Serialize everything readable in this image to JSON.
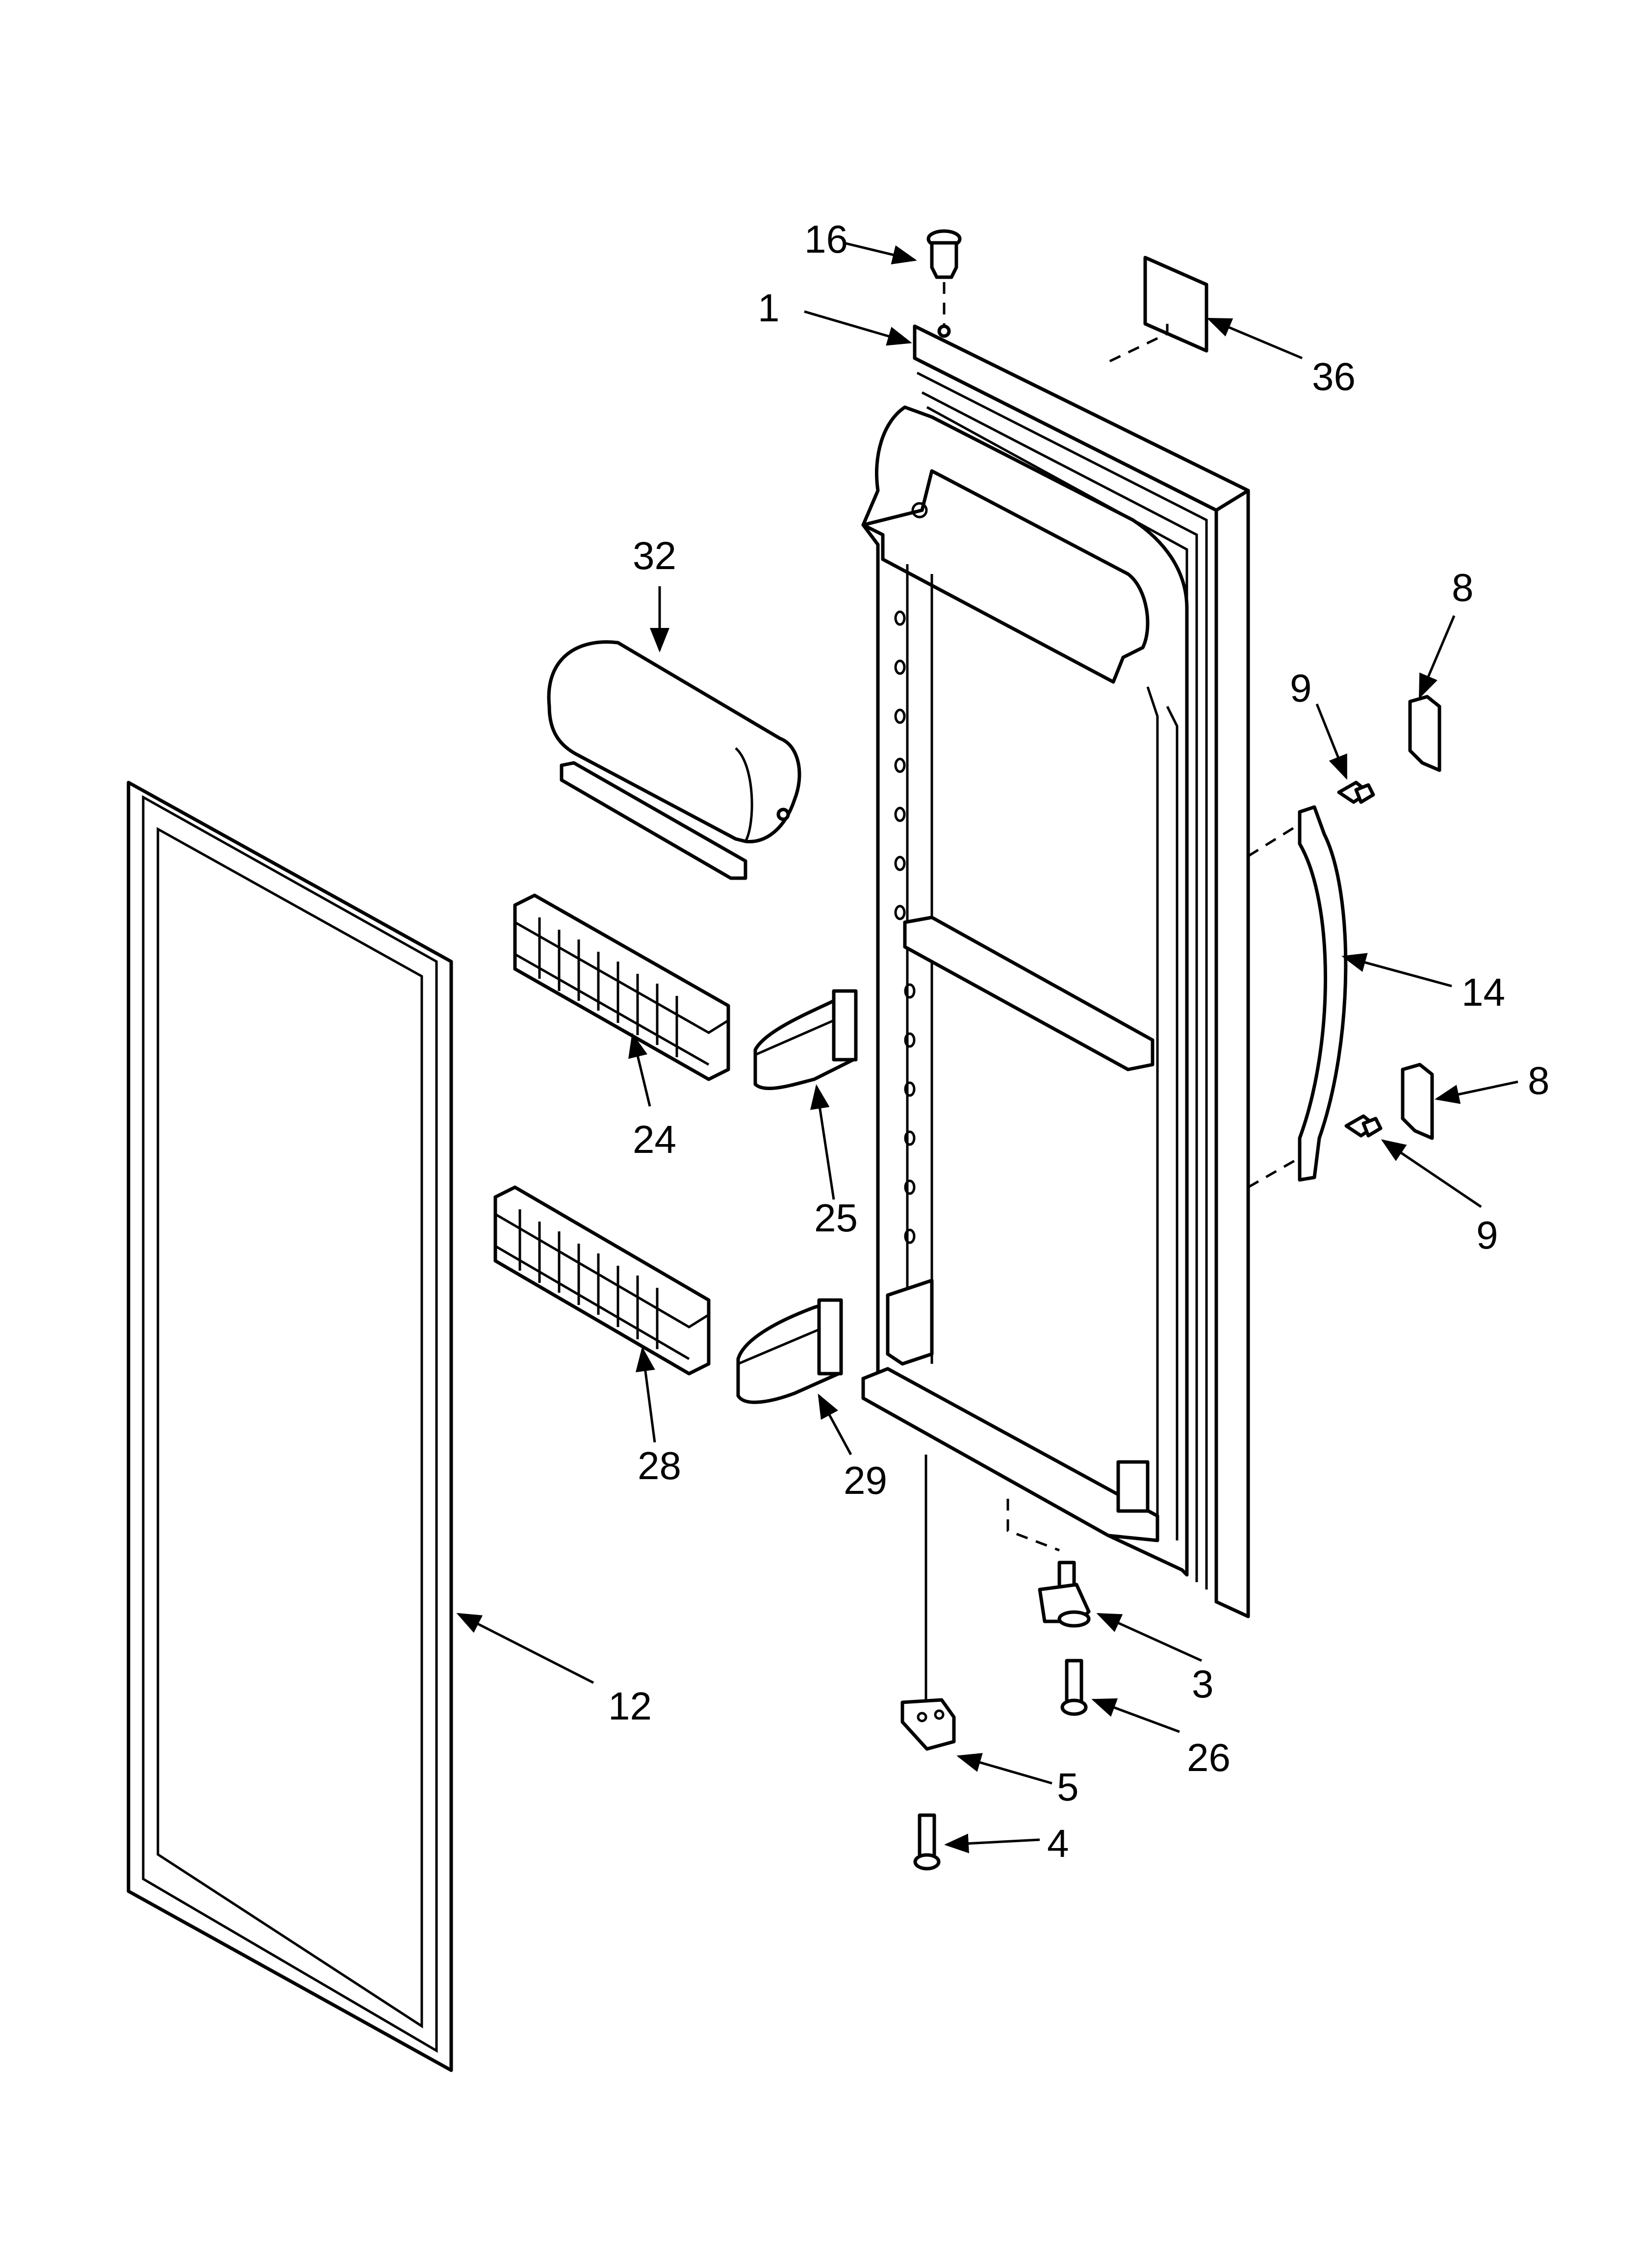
{
  "diagram": {
    "callouts": {
      "p16": "16",
      "p1": "1",
      "p36": "36",
      "p32": "32",
      "p8_top": "8",
      "p9_top": "9",
      "p14": "14",
      "p8_mid": "8",
      "p24": "24",
      "p25": "25",
      "p9_low": "9",
      "p28": "28",
      "p29": "29",
      "p3": "3",
      "p12": "12",
      "p26": "26",
      "p5": "5",
      "p4": "4"
    }
  }
}
